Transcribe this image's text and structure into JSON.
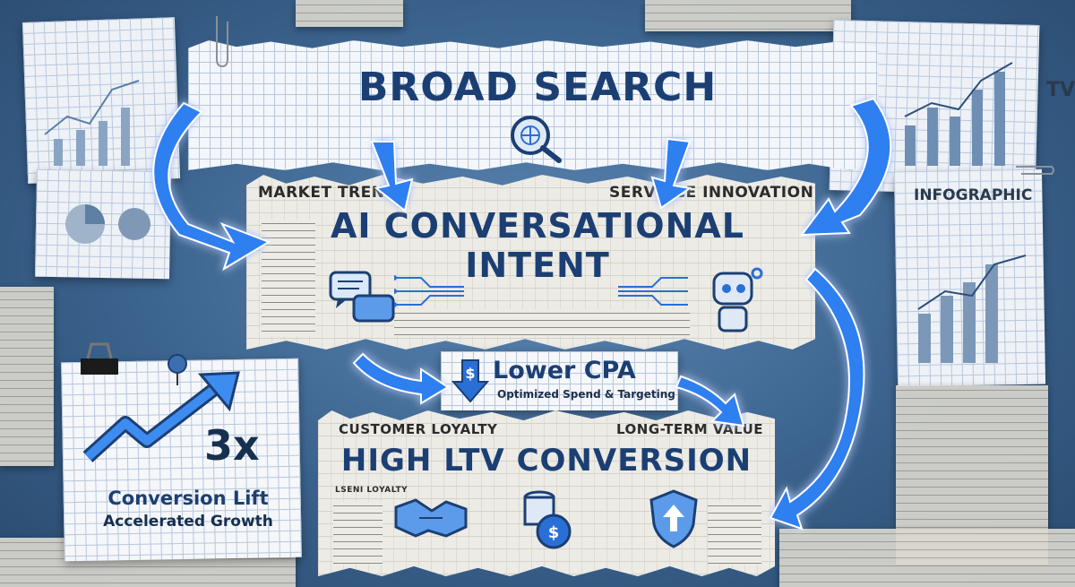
{
  "top_panel": {
    "title": "BROAD SEARCH"
  },
  "middle_panel": {
    "kicker_left": "MARKET TRENDS",
    "kicker_right": "SERVVICE INNOVATION",
    "title_line1": "AI CONVERSATIONAL",
    "title_line2": "INTENT"
  },
  "cpa_card": {
    "title": "Lower CPA",
    "subtitle": "Optimized Spend & Targeting"
  },
  "bottom_panel": {
    "kicker_left": "CUSTOMER LOYALTY",
    "kicker_right": "LONG-TERM VALUE",
    "title": "HIGH LTV CONVERSION",
    "col_label": "LSENI LOYALTY"
  },
  "lift_card": {
    "value": "3x",
    "label": "Conversion Lift",
    "sublabel": "Accelerated Growth"
  },
  "right_paper": {
    "label": "INFOGRAPHIC",
    "sublabel": "TV"
  },
  "colors": {
    "title_blue": "#1c3f73",
    "arrow_blue": "#2f7ff0",
    "accent_blue": "#2a6fd6"
  },
  "icons": [
    "globe-search-icon",
    "chat-bubbles-icon",
    "circuit-icon",
    "robot-icon",
    "down-arrow-dollar-icon",
    "trend-up-arrow-icon",
    "handshake-icon",
    "coins-icon",
    "shield-up-icon",
    "binder-clip-icon",
    "paperclip-icon",
    "pushpin-icon"
  ]
}
